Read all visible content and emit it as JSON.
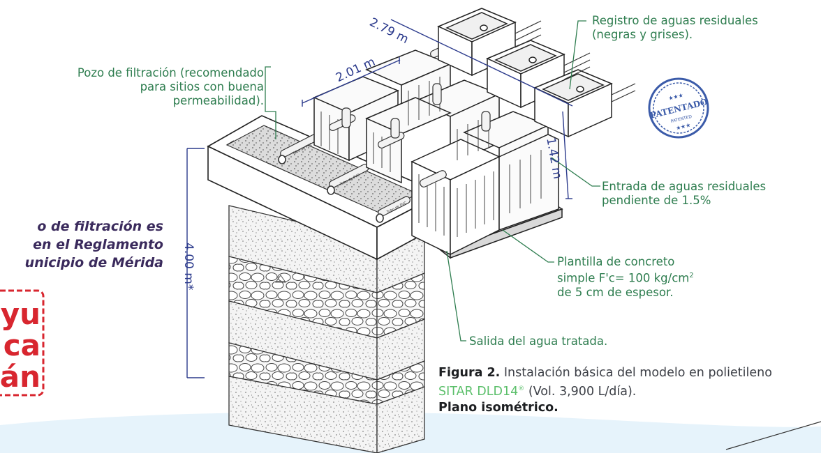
{
  "colors": {
    "label_green": "#2e7d4f",
    "dimension_blue": "#2b3a8c",
    "accent_green": "#5bbf6a",
    "logo_red": "#d8262f",
    "stamp_blue": "#3b5ba9",
    "sky_light": "#e6f3fb"
  },
  "dimensions": {
    "length_top": "2.79 m",
    "width_top": "2.01 m",
    "height_side": "1.42 m",
    "depth_well": "4.00 m*"
  },
  "labels": {
    "registro_line1": "Registro de aguas residuales",
    "registro_line2": "(negras y grises).",
    "pozo_line1": "Pozo de filtración (recomendado",
    "pozo_line2": "para sitios con buena",
    "pozo_line3": "permeabilidad).",
    "entrada_line1": "Entrada de aguas residuales",
    "entrada_line2": "pendiente de 1.5%",
    "plantilla_line1": "Plantilla de concreto",
    "plantilla_line2_prefix": "simple F'c= 100 kg/cm",
    "plantilla_line2_sup": "2",
    "plantilla_line3": "de 5 cm de espesor.",
    "salida": "Salida del agua tratada."
  },
  "stamp": {
    "line1": "PATENTADO",
    "line2": "PATENTED"
  },
  "pipe_tag": "Tubo de PVC",
  "side_note": {
    "line1": "o de filtración es",
    "line2": "en el Reglamento",
    "line3": "unicipio de Mérida"
  },
  "logo": {
    "line1": "yu",
    "line2": "ca",
    "line3": "tán"
  },
  "caption": {
    "figure_label": "Figura 2.",
    "text_part1": "Instalación básica del modelo en polietileno",
    "product": "SITAR DLD14",
    "registered": "®",
    "text_part2": "(Vol. 3,900 L/día).",
    "bold_line": "Plano isométrico."
  }
}
